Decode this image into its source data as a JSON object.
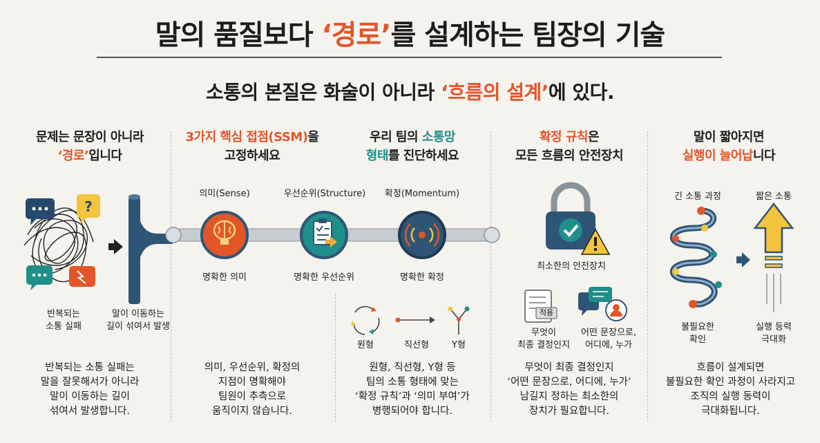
{
  "header": {
    "title_pre": "말의 품질보다 ",
    "title_highlight": "‘경로’",
    "title_post": "를 설계하는 팀장의 기술",
    "subtitle_pre": "소통의 본질은 화술이 아니라 ",
    "subtitle_highlight": "‘흐름의 설계’",
    "subtitle_post": "에 있다."
  },
  "columns": [
    {
      "head_line1": "문제는 문장이 아니라",
      "head_line2_highlight": "‘경로’",
      "head_line2_rest": "입니다",
      "label_left": [
        "반복되는",
        "소통 실패"
      ],
      "label_right": [
        "말이 이동하는",
        "길이 섞여서 발생"
      ],
      "body": [
        "반복되는 소통 실패는",
        "말을 잘못해서가 아니라",
        "말이 이동하는 길이",
        "섞여서 발생합니다."
      ]
    },
    {
      "head_line1_highlight": "3가지 핵심 접점(SSM)",
      "head_line1_rest": "을",
      "head_line2": "고정하세요",
      "nodes": [
        {
          "top": "의미(Sense)",
          "bottom": "명확한 의미"
        },
        {
          "top": "우선순위(Structure)",
          "bottom": "명확한 우선순위"
        },
        {
          "top": "확정(Momentum)",
          "bottom": "명확한 확정"
        }
      ],
      "body": [
        "의미, 우선순위, 확정의",
        "지점이 명확해야",
        "팀원이 추측으로",
        "움직이지 않습니다."
      ]
    },
    {
      "head_line1_pre": "우리 팀의 ",
      "head_line1_highlight": "소통망",
      "head_line2_highlight": "형태",
      "head_line2_rest": "를 진단하세요",
      "shapes": [
        "원형",
        "직선형",
        "Y형"
      ],
      "body": [
        "원형, 직선형, Y형 등",
        "팀의 소통 형태에 맞는",
        "‘확정 규칙’과 ‘의미 부여’가",
        "병행되어야 합니다."
      ]
    },
    {
      "head_line1_highlight": "확정 규칙",
      "head_line1_rest": "은",
      "head_line2": "모든 흐름의 안전장치",
      "lock_label": "최소한의 안전장치",
      "doc_tag": "적용",
      "label_left": [
        "무엇이",
        "최종 결정인지"
      ],
      "label_right": [
        "어떤 문장으로,",
        "어디에, 누가"
      ],
      "body": [
        "무엇이 최종 결정인지",
        "‘어떤 문장으로, 어디에, 누가’",
        "남길지 정하는 최소한의",
        "장치가 필요합니다."
      ]
    },
    {
      "head_line1": "말이 짧아지면",
      "head_line2_highlight": "실행이 늘어납",
      "head_line2_rest": "니다",
      "top_left": "긴 소통 과정",
      "top_right": "짧은 소통",
      "label_left": [
        "불필요한",
        "확인"
      ],
      "label_right": [
        "실행 등력",
        "극대화"
      ],
      "body": [
        "흐름이 설계되면",
        "불필요한 확인 과정이 사라지고",
        "조직의 실행 동력이",
        "극대화됩니다."
      ]
    }
  ],
  "colors": {
    "accent": "#e2562a",
    "teal": "#1f8f8a",
    "navy": "#27496b",
    "pipe": "#2f5576",
    "yellow": "#f2c53d"
  },
  "icons": [
    "chat-bubbles-icon",
    "tangled-lines-icon",
    "arrow-right-icon",
    "pipe-icon",
    "brain-icon",
    "clipboard-icon",
    "signal-icon",
    "cycle-icon",
    "line-icon",
    "y-shape-icon",
    "lock-icon",
    "warning-icon",
    "document-icon",
    "chat-person-icon",
    "winding-path-icon",
    "up-arrow-icon"
  ]
}
